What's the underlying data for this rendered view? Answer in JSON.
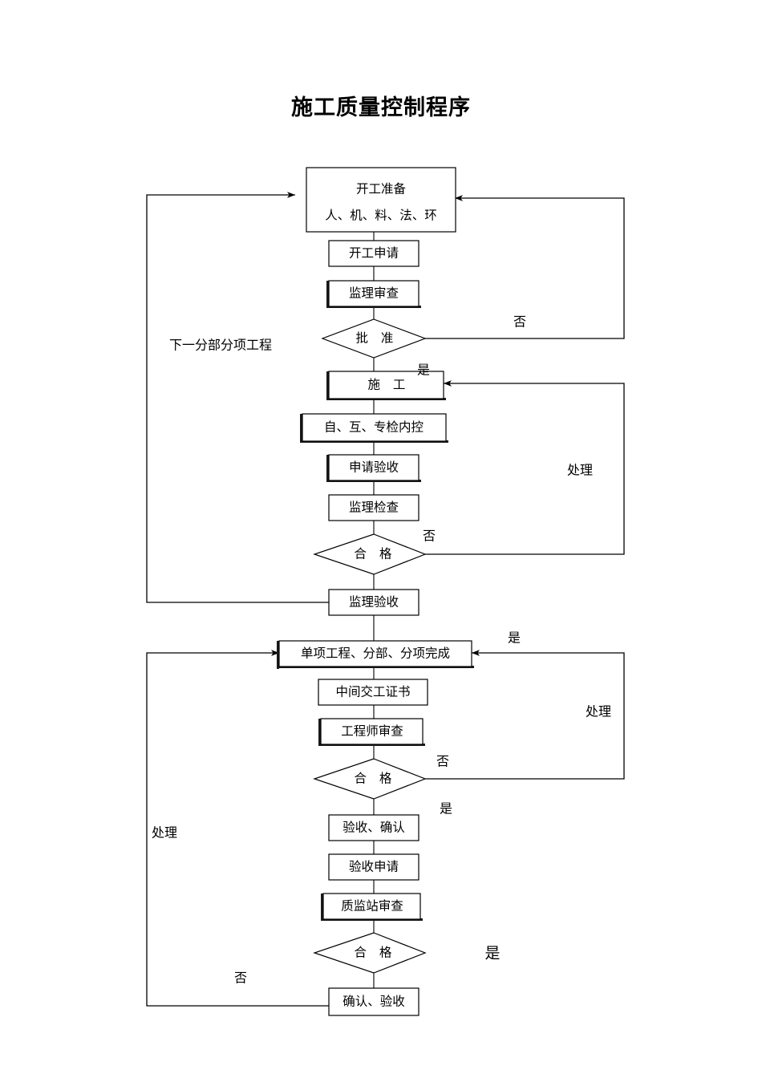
{
  "document": {
    "title": "施工质量控制程序"
  },
  "flowchart": {
    "type": "flowchart",
    "orientation": "top-to-bottom",
    "nodes": [
      {
        "id": "n1",
        "shape": "process",
        "text_line1": "开工准备",
        "text_line2": "人、机、料、法、环"
      },
      {
        "id": "n2",
        "shape": "process",
        "text": "开工申请"
      },
      {
        "id": "n3",
        "shape": "process",
        "text": "监理审查"
      },
      {
        "id": "d1",
        "shape": "decision",
        "text": "批  准"
      },
      {
        "id": "n4",
        "shape": "process",
        "text": "施  工"
      },
      {
        "id": "n5",
        "shape": "process",
        "text": "自、互、专检内控"
      },
      {
        "id": "n6",
        "shape": "process",
        "text": "申请验收"
      },
      {
        "id": "n7",
        "shape": "process",
        "text": "监理检查"
      },
      {
        "id": "d2",
        "shape": "decision",
        "text": "合  格"
      },
      {
        "id": "n8",
        "shape": "process",
        "text": "监理验收"
      },
      {
        "id": "n9",
        "shape": "process",
        "text": "单项工程、分部、分项完成"
      },
      {
        "id": "n10",
        "shape": "process",
        "text": "中间交工证书"
      },
      {
        "id": "n11",
        "shape": "process",
        "text": "工程师审查"
      },
      {
        "id": "d3",
        "shape": "decision",
        "text": "合  格"
      },
      {
        "id": "n12",
        "shape": "process",
        "text": "验收、确认"
      },
      {
        "id": "n13",
        "shape": "process",
        "text": "验收申请"
      },
      {
        "id": "n14",
        "shape": "process",
        "text": "质监站审查"
      },
      {
        "id": "d4",
        "shape": "decision",
        "text": "合  格"
      },
      {
        "id": "n15",
        "shape": "process",
        "text": "确认、验收"
      }
    ],
    "edge_labels": {
      "d1_no": "否",
      "d1_yes": "是",
      "d2_no": "否",
      "d3_no": "否",
      "d3_yes": "是",
      "d4_no": "否",
      "d4_yes": "是",
      "n9_yes": "是"
    },
    "annotations": [
      {
        "id": "a1",
        "text": "下一分部分项工程",
        "position": "left-upper"
      },
      {
        "id": "a2",
        "text": "处理",
        "position": "right-upper"
      },
      {
        "id": "a3",
        "text": "处理",
        "position": "right-lower"
      },
      {
        "id": "a4",
        "text": "处理",
        "position": "left-lower"
      }
    ]
  }
}
